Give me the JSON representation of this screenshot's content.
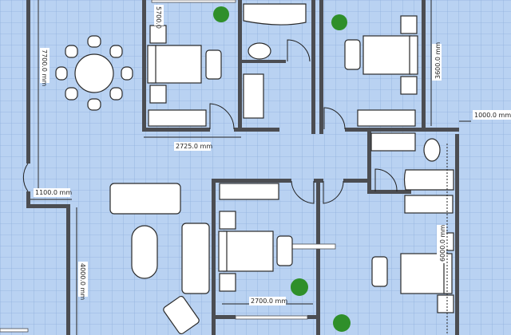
{
  "plan": {
    "dimensions": {
      "bedroom1_height": "5700.0",
      "dining_length": "7700.0 mm",
      "bedroom1_width": "2725.0 mm",
      "bedroom2_height": "3600.0 mm",
      "offset_right": "1000.0 mm",
      "entry_width": "1100.0 mm",
      "living_length": "4000.0 mm",
      "bedroom3_width": "2700.0 mm",
      "bedroom4_height": "6000.0 mm"
    },
    "colors": {
      "floor": "#b9d2f2",
      "grid": "#8fb0dc",
      "wall": "#4b4d52",
      "plant": "#2f8f2a"
    }
  }
}
